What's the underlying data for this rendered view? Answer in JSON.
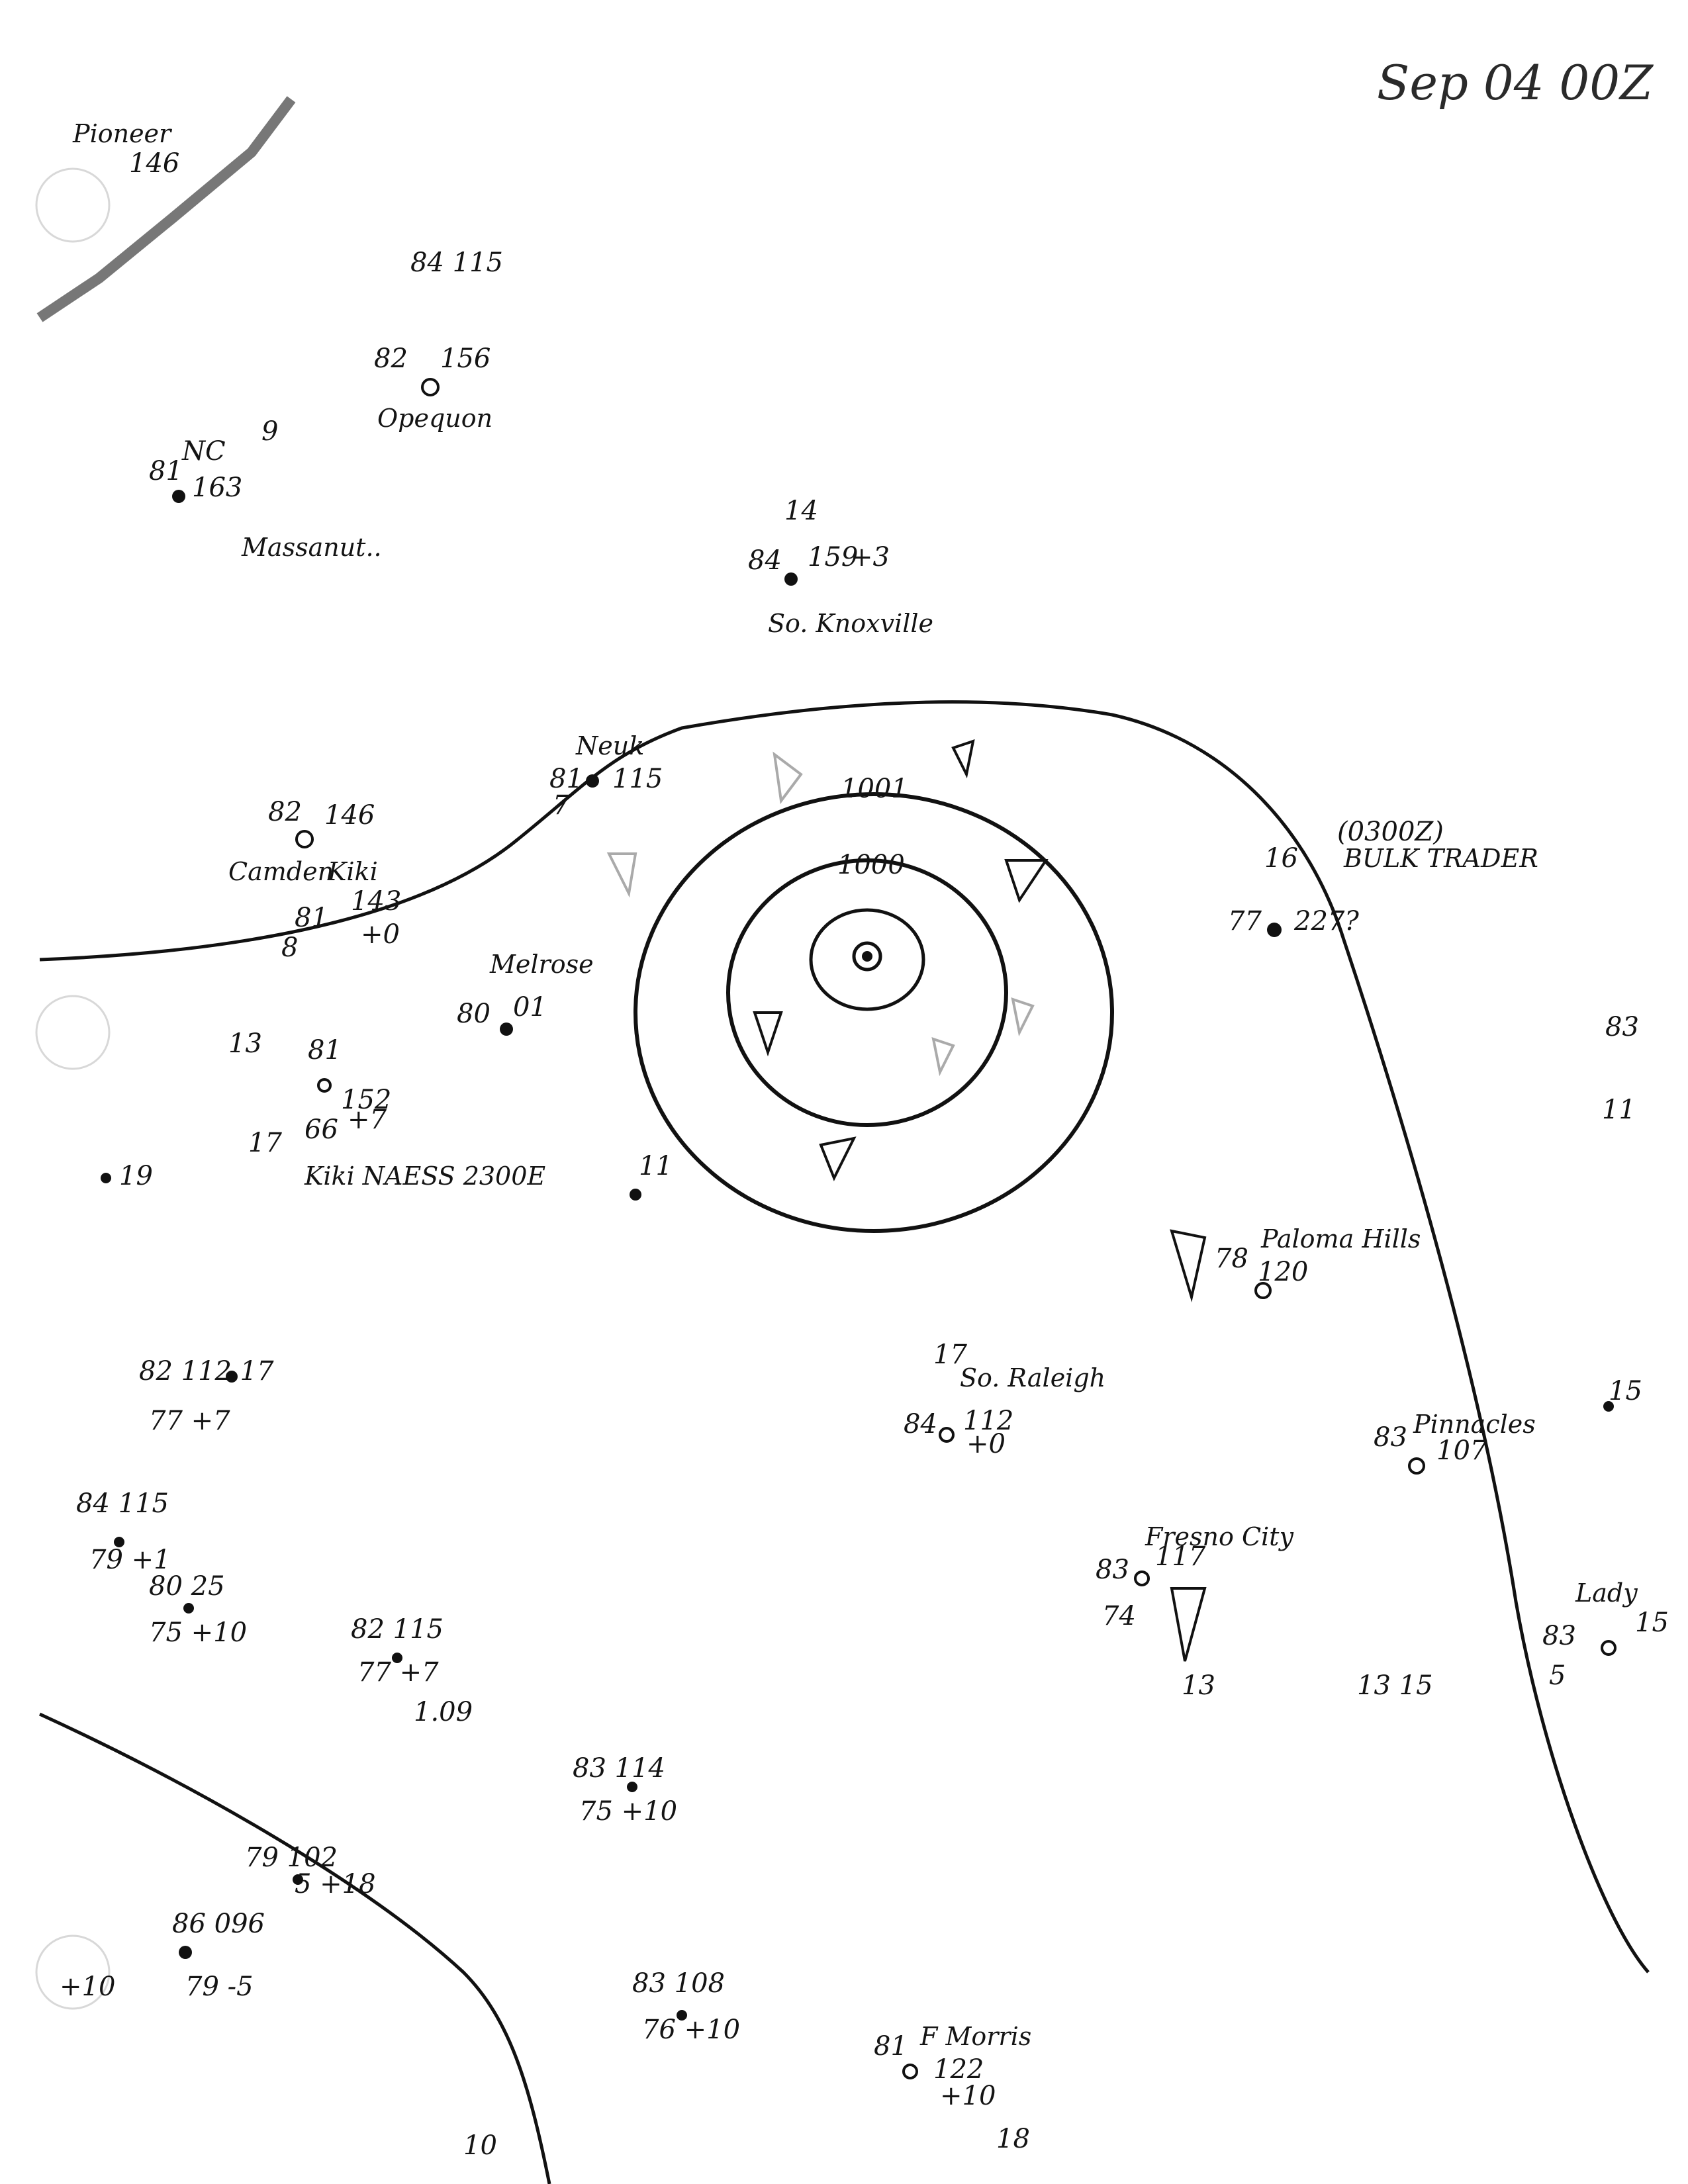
{
  "title": "Sep 04 00Z",
  "isobars": [
    "1001",
    "1000"
  ],
  "front_labels": {
    "red_front": "Pioneer 146"
  },
  "stations": [
    {
      "name": "Pioneer",
      "values": [
        "146"
      ]
    },
    {
      "name": "Opequon",
      "values": [
        "82",
        "156"
      ]
    },
    {
      "name": "Massanut..",
      "values": [
        "81",
        "163",
        "NC",
        "9"
      ]
    },
    {
      "name": "So. Knoxville",
      "values": [
        "84",
        "159",
        "+3",
        "14"
      ]
    },
    {
      "name": "Camden",
      "values": [
        "82",
        "146"
      ]
    },
    {
      "name": "Kiki",
      "values": [
        "81",
        "143",
        "+0",
        "8"
      ]
    },
    {
      "name": "Melrose",
      "values": [
        "80",
        "01"
      ]
    },
    {
      "name": "Neuk",
      "values": [
        "81",
        "115",
        "7"
      ]
    },
    {
      "name": "BULK TRADER",
      "values": [
        "(0300Z)",
        "77",
        "227?",
        "16"
      ]
    },
    {
      "name": "Kiki NAESS 2300E",
      "values": [
        "81",
        "152",
        "+7",
        "66",
        "13",
        "17"
      ]
    },
    {
      "name": "Paloma Hills",
      "values": [
        "78",
        "120"
      ]
    },
    {
      "name": "So. Raleigh",
      "values": [
        "84",
        "112",
        "+0",
        "17"
      ]
    },
    {
      "name": "Pinnacles",
      "values": [
        "83",
        "107",
        "15"
      ]
    },
    {
      "name": "Fresno City",
      "values": [
        "83",
        "117",
        "74",
        "13"
      ]
    },
    {
      "name": "Lady",
      "values": [
        "83",
        "15",
        "5"
      ]
    },
    {
      "name": "F Morris",
      "values": [
        "81",
        "122",
        "+10",
        "18"
      ]
    }
  ],
  "other_obs": [
    {
      "text": "84 115"
    },
    {
      "text": "19"
    },
    {
      "text": "11"
    },
    {
      "text": "82 112 17"
    },
    {
      "text": "77 +7"
    },
    {
      "text": "84 115"
    },
    {
      "text": "79 +1"
    },
    {
      "text": "80 25"
    },
    {
      "text": "75 +10"
    },
    {
      "text": "82 115"
    },
    {
      "text": "77 +7"
    },
    {
      "text": "1.09"
    },
    {
      "text": "83 114"
    },
    {
      "text": "75 +10"
    },
    {
      "text": "79 102"
    },
    {
      "text": "5 +18"
    },
    {
      "text": "86 096"
    },
    {
      "text": "79 -5"
    },
    {
      "text": "+10"
    },
    {
      "text": "83 108"
    },
    {
      "text": "76 +10"
    },
    {
      "text": "13 15"
    },
    {
      "text": "83"
    },
    {
      "text": "11"
    },
    {
      "text": "10"
    }
  ]
}
